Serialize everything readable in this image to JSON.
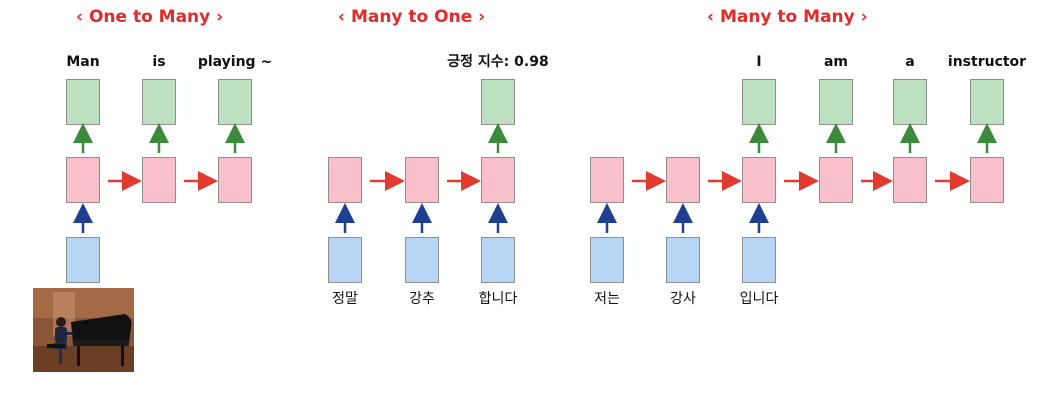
{
  "diagrams": [
    {
      "title": "One to Many",
      "outputs": [
        "Man",
        "is",
        "playing ~"
      ],
      "inputs": []
    },
    {
      "title": "Many to One",
      "outputs": [
        "긍정 지수: 0.98"
      ],
      "inputs": [
        "정말",
        "강추",
        "합니다"
      ]
    },
    {
      "title": "Many to Many",
      "outputs": [
        "I",
        "am",
        "a",
        "instructor"
      ],
      "inputs": [
        "저는",
        "강사",
        "입니다"
      ]
    }
  ],
  "photo": {
    "subject": "person playing a grand piano"
  },
  "colors": {
    "title": "#e32b2b",
    "output_box": "#bde0c0",
    "hidden_box": "#f9c0cb",
    "input_box": "#b7d6f5",
    "up_arrow_green": "#3d8a3d",
    "up_arrow_blue": "#1f3f91",
    "right_arrow": "#e23a2e"
  }
}
